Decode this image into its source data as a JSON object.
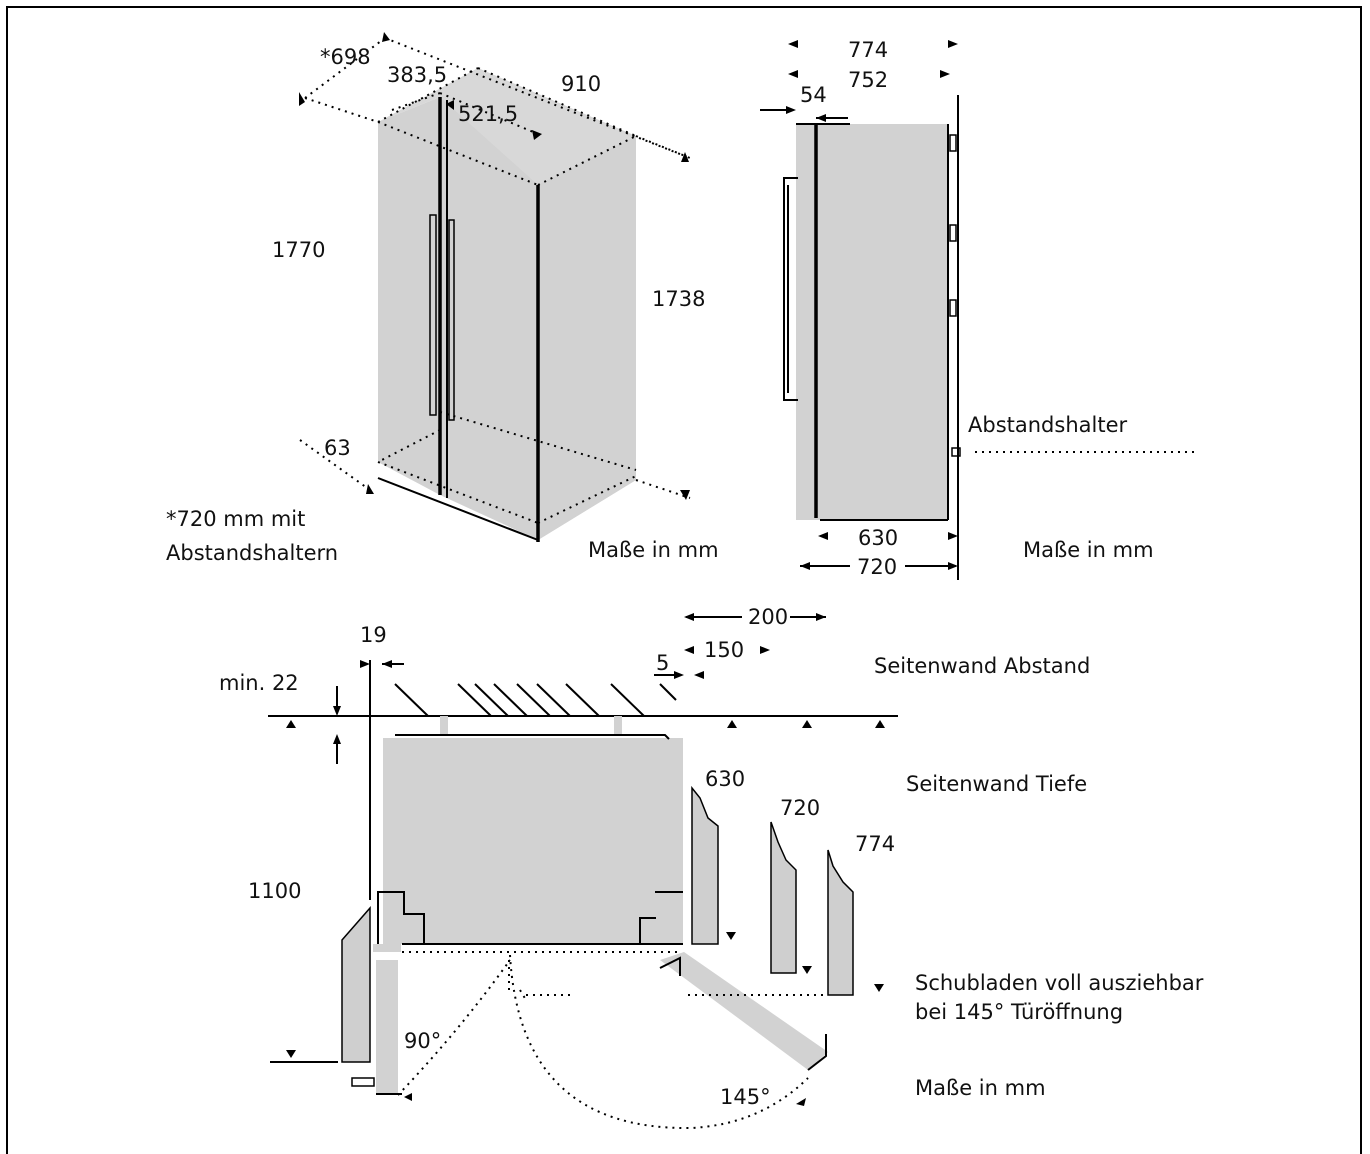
{
  "iso_view": {
    "dim_depth": "*698",
    "dim_left_door": "383,5",
    "dim_right_door": "521,5",
    "dim_width": "910",
    "dim_total_height": "1770",
    "dim_body_height": "1738",
    "dim_base": "63",
    "note_line1": "*720 mm mit",
    "note_line2": "Abstandshaltern",
    "units": "Maße in mm"
  },
  "side_view": {
    "dim_774": "774",
    "dim_752": "752",
    "dim_54": "54",
    "dim_630": "630",
    "dim_720": "720",
    "spacer_label": "Abstandshalter",
    "units": "Maße in mm"
  },
  "top_view": {
    "dim_19": "19",
    "dim_min22": "min. 22",
    "dim_200": "200",
    "dim_150": "150",
    "dim_5": "5",
    "dim_1100": "1100",
    "dim_630": "630",
    "dim_720": "720",
    "dim_774": "774",
    "angle_90": "90°",
    "angle_145": "145°",
    "label_side_wall_gap": "Seitenwand Abstand",
    "label_side_wall_depth": "Seitenwand Tiefe",
    "drawer_note_line1": "Schubladen voll ausziehbar",
    "drawer_note_line2": "bei 145° Türöffnung",
    "units": "Maße in mm"
  }
}
